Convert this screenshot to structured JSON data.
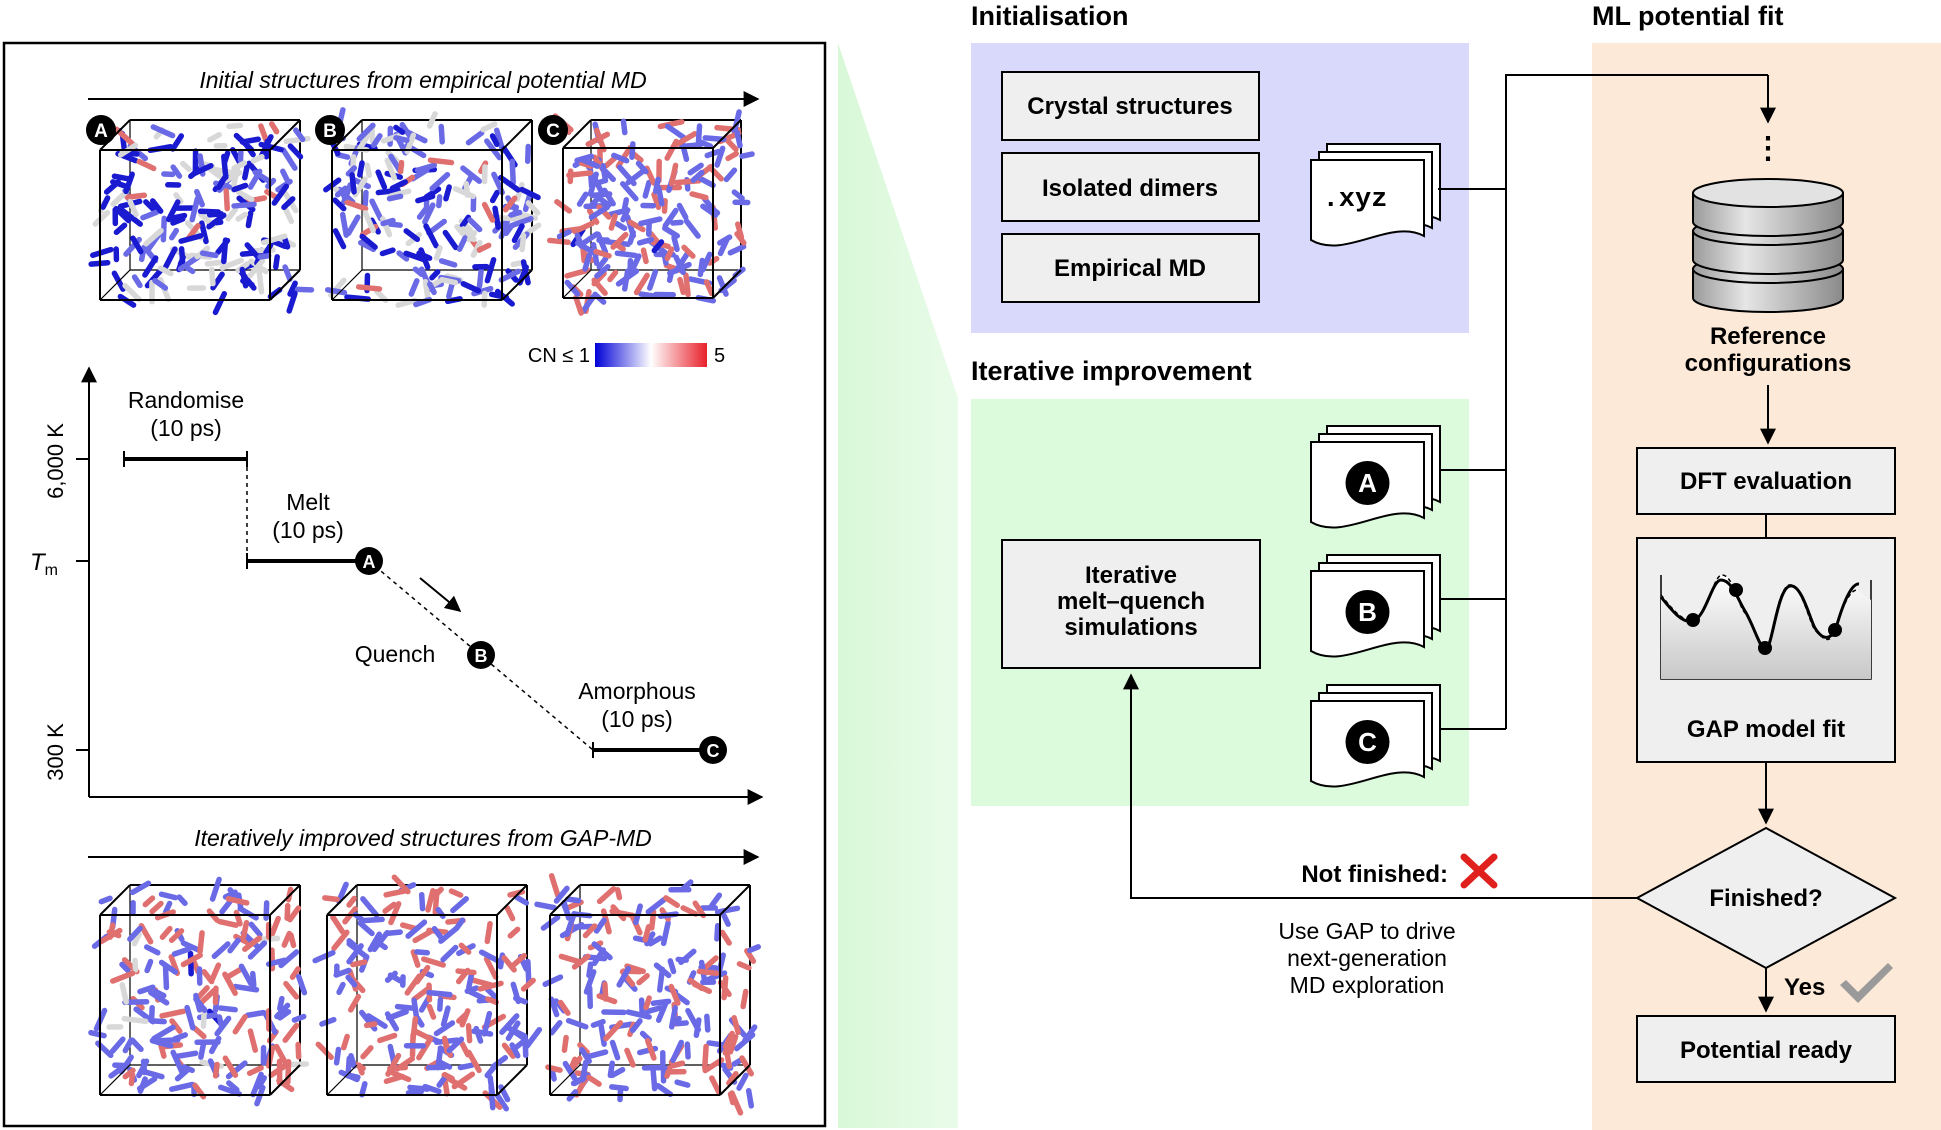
{
  "left_panel": {
    "top_arrow_label": "Initial structures from empirical potential MD",
    "bottom_arrow_label": "Iteratively improved structures from GAP-MD",
    "structure_badges": [
      "A",
      "B",
      "C"
    ],
    "colorbar": {
      "label": "CN ≤ 1",
      "max_label": "5",
      "low_color": "#0000d8",
      "mid_color": "#ffffff",
      "high_color": "#e8202a"
    },
    "atom_colors": {
      "low_cn": "#1a1ad0",
      "mid_cn": "#6a6ae6",
      "high_cn": "#e07070",
      "neutral": "#d8d8d8"
    },
    "timeline": {
      "y_tick_high": "6,000 K",
      "y_tick_tm": "T",
      "y_tick_tm_sub": "m",
      "y_tick_low": "300 K",
      "randomise_label": "Randomise",
      "randomise_duration": "(10 ps)",
      "melt_label": "Melt",
      "melt_duration": "(10 ps)",
      "quench_label": "Quench",
      "amorphous_label": "Amorphous",
      "amorphous_duration": "(10 ps)",
      "point_a": "A",
      "point_b": "B",
      "point_c": "C"
    }
  },
  "initialisation": {
    "title": "Initialisation",
    "boxes": [
      "Crystal structures",
      "Isolated dimers",
      "Empirical MD"
    ],
    "file_label": ".xyz",
    "bg_color": "#d9d9fb"
  },
  "iterative": {
    "title": "Iterative improvement",
    "box_line1": "Iterative",
    "box_line2": "melt–quench",
    "box_line3": "simulations",
    "files": [
      "A",
      "B",
      "C"
    ],
    "bg_color": "#dcfadc"
  },
  "ml_fit": {
    "title": "ML potential fit",
    "ellipsis": "⋮",
    "reference_line1": "Reference",
    "reference_line2": "configurations",
    "dft_box": "DFT evaluation",
    "gap_box": "GAP model fit",
    "decision": "Finished?",
    "yes_label": "Yes",
    "ready_box": "Potential ready",
    "bg_color": "#fce9d8"
  },
  "feedback": {
    "not_finished": "Not finished:",
    "line1": "Use GAP to drive",
    "line2": "next-generation",
    "line3": "MD exploration",
    "cross_color": "#e0201c",
    "check_color": "#9a9a9a"
  }
}
